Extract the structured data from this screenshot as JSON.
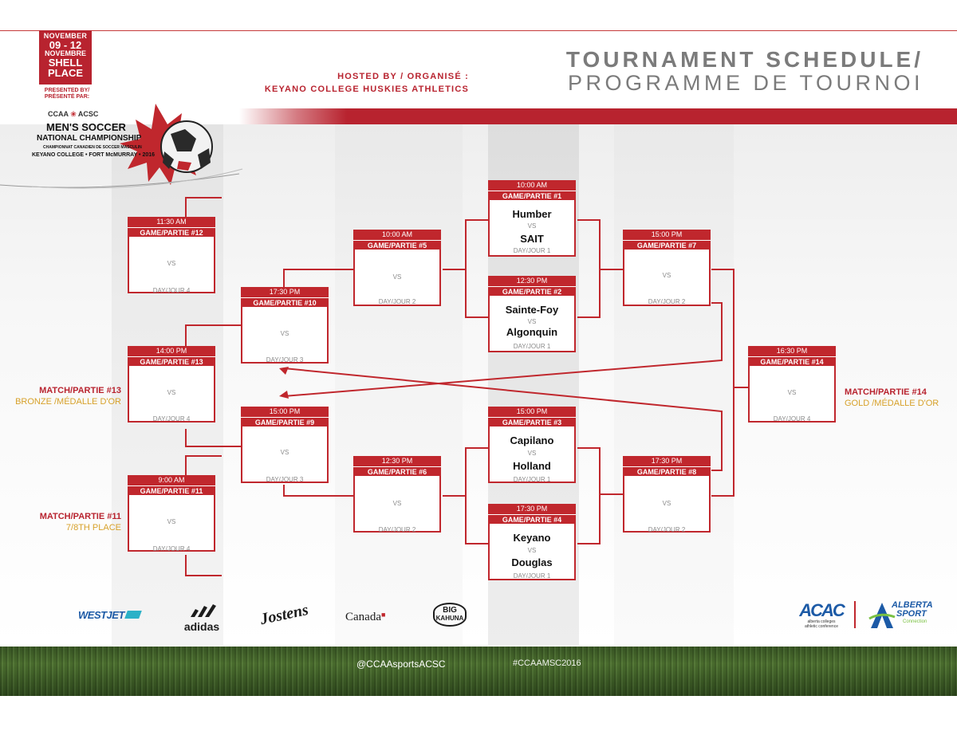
{
  "header": {
    "date_lines": [
      "NOVEMBER",
      "09 - 12",
      "NOVEMBRE",
      "SHELL",
      "PLACE"
    ],
    "presented_by": [
      "PRESENTED BY/",
      "PRÉSENTÉ PAR:"
    ],
    "logo": {
      "ccaa": "CCAA",
      "acsc": "ACSC",
      "title": "MEN'S SOCCER",
      "subtitle": "NATIONAL CHAMPIONSHIP",
      "french": "CHAMPIONNAT CANADIEN DE SOCCER MASCULIN",
      "host_line": "KEYANO COLLEGE • FORT McMURRAY • 2016"
    },
    "hosted_line1": "HOSTED BY / ORGANISÉ :",
    "hosted_line2": "KEYANO COLLEGE HUSKIES ATHLETICS",
    "title_line1": "TOURNAMENT SCHEDULE/",
    "title_line2": "PROGRAMME DE TOURNOI",
    "brand_color": "#c0272d"
  },
  "games": {
    "g1": {
      "time": "10:00 AM",
      "label": "GAME/PARTIE #1",
      "team1": "Humber",
      "vs": "VS",
      "team2": "SAIT",
      "day": "DAY/JOUR 1"
    },
    "g2": {
      "time": "12:30 PM",
      "label": "GAME/PARTIE #2",
      "team1": "Sainte-Foy",
      "vs": "VS",
      "team2": "Algonquin",
      "day": "DAY/JOUR 1"
    },
    "g3": {
      "time": "15:00 PM",
      "label": "GAME/PARTIE #3",
      "team1": "Capilano",
      "vs": "VS",
      "team2": "Holland",
      "day": "DAY/JOUR 1"
    },
    "g4": {
      "time": "17:30 PM",
      "label": "GAME/PARTIE #4",
      "team1": "Keyano",
      "vs": "VS",
      "team2": "Douglas",
      "day": "DAY/JOUR 1"
    },
    "g5": {
      "time": "10:00 AM",
      "label": "GAME/PARTIE #5",
      "vs": "VS",
      "day": "DAY/JOUR 2"
    },
    "g6": {
      "time": "12:30 PM",
      "label": "GAME/PARTIE #6",
      "vs": "VS",
      "day": "DAY/JOUR 2"
    },
    "g7": {
      "time": "15:00 PM",
      "label": "GAME/PARTIE #7",
      "vs": "VS",
      "day": "DAY/JOUR 2"
    },
    "g8": {
      "time": "17:30 PM",
      "label": "GAME/PARTIE #8",
      "vs": "VS",
      "day": "DAY/JOUR 2"
    },
    "g9": {
      "time": "15:00 PM",
      "label": "GAME/PARTIE #9",
      "vs": "VS",
      "day": "DAY/JOUR 3"
    },
    "g10": {
      "time": "17:30 PM",
      "label": "GAME/PARTIE #10",
      "vs": "VS",
      "day": "DAY/JOUR 3"
    },
    "g11": {
      "time": "9:00 AM",
      "label": "GAME/PARTIE #11",
      "vs": "VS",
      "day": "DAY/JOUR 4"
    },
    "g12": {
      "time": "11:30 AM",
      "label": "GAME/PARTIE #12",
      "vs": "VS",
      "day": "DAY/JOUR 4"
    },
    "g13": {
      "time": "14:00 PM",
      "label": "GAME/PARTIE #13",
      "vs": "VS",
      "day": "DAY/JOUR 4"
    },
    "g14": {
      "time": "16:30 PM",
      "label": "GAME/PARTIE #14",
      "vs": "VS",
      "day": "DAY/JOUR 4"
    }
  },
  "side_labels": {
    "m13_title": "MATCH/PARTIE #13",
    "m13_sub": "BRONZE /MÉDALLE D'OR",
    "m11_title": "MATCH/PARTIE #11",
    "m11_sub": "7/8TH PLACE",
    "m14_title": "MATCH/PARTIE #14",
    "m14_sub": "GOLD /MÉDALLE D'OR"
  },
  "sponsors": {
    "westjet": "WESTJET",
    "adidas": "adidas",
    "jostens": "Jostens",
    "canada": "Canada",
    "bigkahuna_line1": "BIG",
    "bigkahuna_line2": "KAHUNA",
    "acac": "ACAC",
    "acac_sub1": "alberta colleges",
    "acac_sub2": "athletic conference",
    "alberta_sport1": "ALBERTA",
    "alberta_sport2": "SPORT",
    "alberta_sport3": "Connection"
  },
  "footer": {
    "twitter": "@CCAAsportsACSC",
    "hashtag": "#CCAAMSC2016"
  }
}
